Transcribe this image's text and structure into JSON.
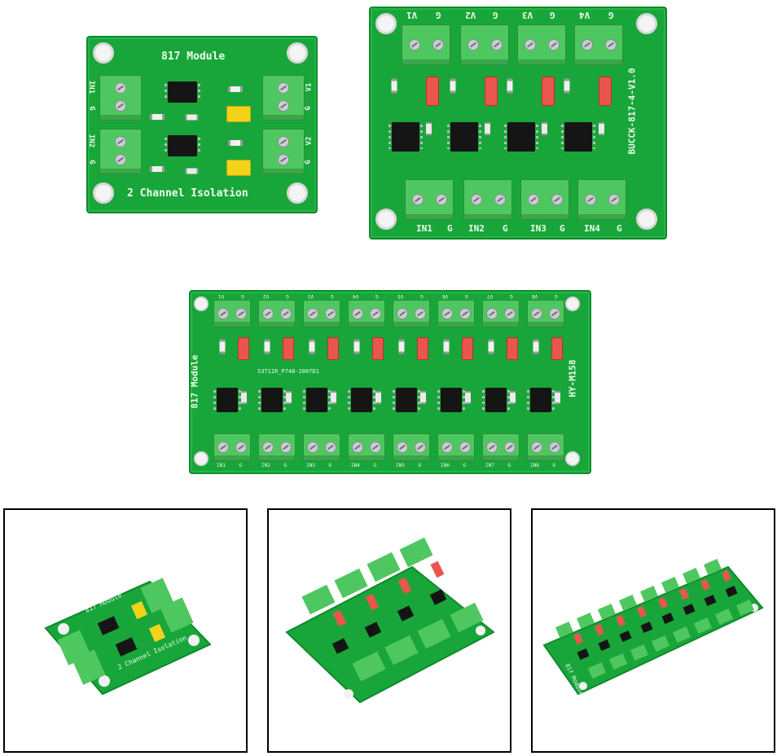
{
  "board2": {
    "title": "817 Module",
    "footer": "2 Channel Isolation",
    "left_labels": [
      "IN1",
      "G",
      "IN2",
      "G"
    ],
    "right_labels": [
      "V1",
      "G",
      "V2",
      "G"
    ]
  },
  "board4": {
    "top_labels": [
      "V1",
      "G",
      "V2",
      "G",
      "V3",
      "G",
      "V4",
      "G"
    ],
    "bottom_labels": [
      "IN1",
      "G",
      "IN2",
      "G",
      "IN3",
      "G",
      "IN4",
      "G"
    ],
    "side_label": "BUCCK-817-4-V1.0"
  },
  "board8": {
    "side_left": "817 Module",
    "side_right": "HY-M158",
    "code": "53711R_P748-2007D1",
    "top_labels": [
      "V1",
      "G",
      "V2",
      "G",
      "V3",
      "G",
      "V4",
      "G",
      "V5",
      "G",
      "V6",
      "G",
      "V7",
      "G",
      "V8",
      "G"
    ],
    "bottom_labels": [
      "IN1",
      "G",
      "IN2",
      "G",
      "IN3",
      "G",
      "IN4",
      "G",
      "IN5",
      "G",
      "IN6",
      "G",
      "IN7",
      "G",
      "IN8",
      "G"
    ]
  },
  "photos": {
    "p1": {
      "title": "817 Module",
      "footer": "2 Channel Isolation"
    },
    "p3": {
      "side": "817 Module"
    }
  },
  "colors": {
    "pcb": "#18a63a",
    "terminal": "#4fc760",
    "jumper_red": "#e8564f",
    "jumper_yellow": "#f3d21a"
  }
}
